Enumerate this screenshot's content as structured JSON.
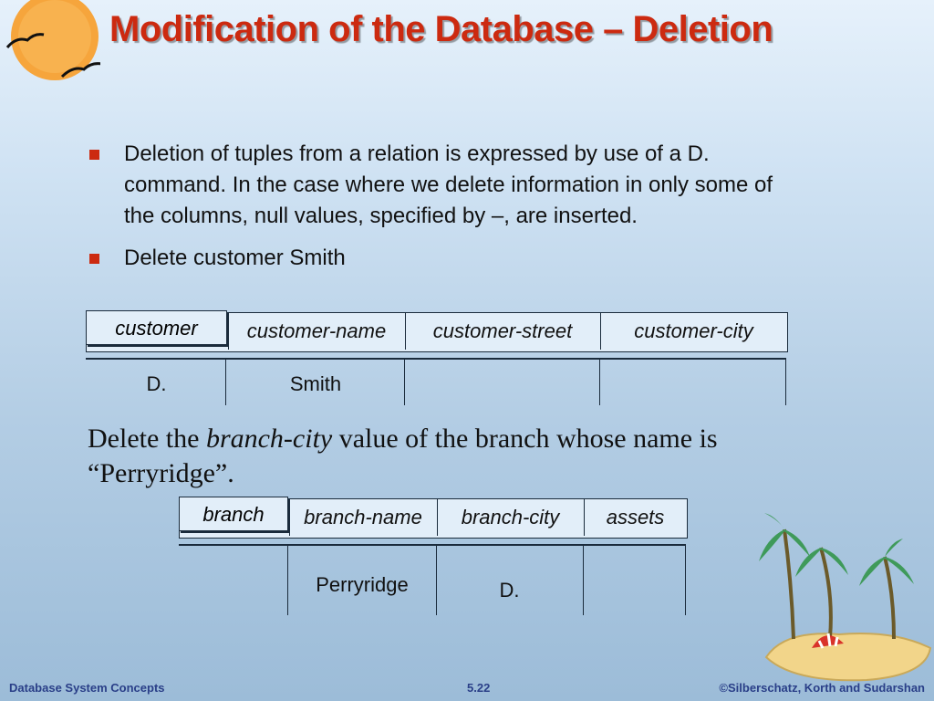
{
  "title": "Modification of the Database – Deletion",
  "bullets": [
    "Deletion of tuples from a relation is expressed by use of a D. command.  In the case where we delete information in only some of the columns, null values, specified by –, are inserted.",
    "Delete customer Smith"
  ],
  "table1": {
    "relation": "customer",
    "headers": [
      "customer-name",
      "customer-street",
      "customer-city"
    ],
    "row": [
      "D.",
      "Smith",
      "",
      ""
    ]
  },
  "paragraph": {
    "before": "Delete the ",
    "emphasis": "branch-city",
    "after": " value of the branch whose name is “Perryridge”."
  },
  "table2": {
    "relation": "branch",
    "headers": [
      "branch-name",
      "branch-city",
      "assets"
    ],
    "row": [
      "",
      "Perryridge",
      "D.",
      ""
    ]
  },
  "footer": {
    "left": "Database System Concepts",
    "center": "5.22",
    "right": "©Silberschatz, Korth and Sudarshan"
  },
  "colors": {
    "title": "#cc2a10",
    "bullet": "#cc2a10",
    "footer": "#2a3f88",
    "header_fill": "#e2eef9"
  }
}
